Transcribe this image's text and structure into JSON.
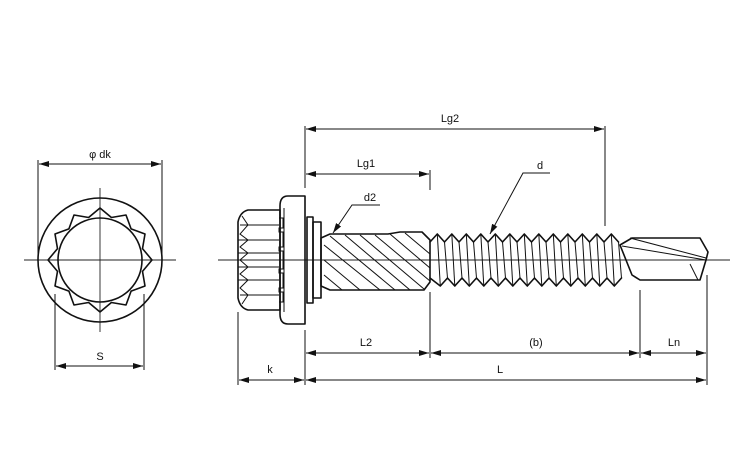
{
  "diagram": {
    "type": "technical-drawing",
    "subject": "hex flange self-drilling screw with washer",
    "views": {
      "end_view": {
        "labels": {
          "head_diameter": "φ dk",
          "across_flats": "S"
        }
      },
      "side_view": {
        "labels": {
          "lg2": "Lg2",
          "lg1": "Lg1",
          "d2": "d2",
          "d": "d",
          "l2": "L2",
          "b": "(b)",
          "ln": "Ln",
          "k": "k",
          "l": "L"
        }
      }
    },
    "colors": {
      "line": "#111111",
      "background": "#ffffff"
    }
  }
}
